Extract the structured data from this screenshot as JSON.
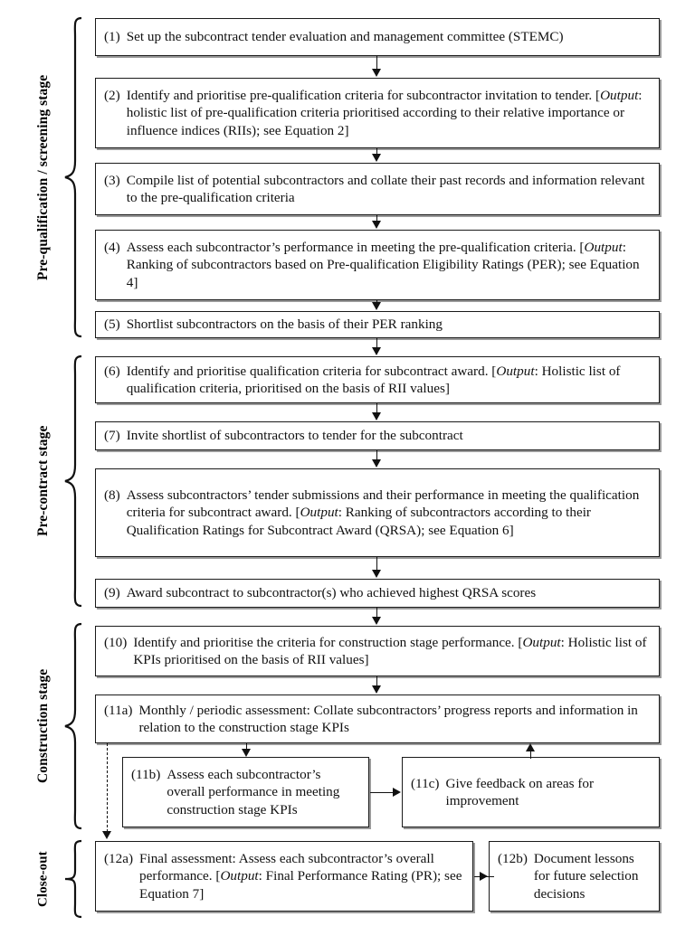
{
  "figure": {
    "type": "flowchart",
    "orientation": "vertical",
    "description": "Subcontractor selection and performance evaluation process flowchart"
  },
  "stages": [
    {
      "id": "pre-qualification",
      "label": "Pre-qualification / screening stage"
    },
    {
      "id": "pre-contract",
      "label": "Pre-contract stage"
    },
    {
      "id": "construction",
      "label": "Construction stage"
    },
    {
      "id": "close-out",
      "label": "Close-out"
    }
  ],
  "steps": [
    {
      "num": "(1)",
      "stage": "pre-qualification",
      "text_html": "Set up the subcontract tender evaluation and management committee (STEMC)"
    },
    {
      "num": "(2)",
      "stage": "pre-qualification",
      "text_html": "Identify and prioritise pre-qualification criteria for subcontractor invitation to tender. [<i>Output</i>: holistic list of pre-qualification criteria prioritised according to their relative importance or influence indices (RIIs); see Equation 2]"
    },
    {
      "num": "(3)",
      "stage": "pre-qualification",
      "text_html": "Compile list of potential subcontractors and collate their past records and information relevant to the pre-qualification criteria"
    },
    {
      "num": "(4)",
      "stage": "pre-qualification",
      "text_html": "Assess each subcontractor&rsquo;s performance in meeting the pre-qualification criteria. [<i>Output</i>: Ranking of subcontractors based on Pre-qualification Eligibility Ratings (PER); see Equation 4]"
    },
    {
      "num": "(5)",
      "stage": "pre-qualification",
      "text_html": "Shortlist subcontractors on the basis of their PER ranking"
    },
    {
      "num": "(6)",
      "stage": "pre-contract",
      "text_html": "Identify and prioritise qualification criteria for subcontract award. [<i>Output</i>: Holistic list of qualification criteria, prioritised on the basis of RII values]"
    },
    {
      "num": "(7)",
      "stage": "pre-contract",
      "text_html": "Invite shortlist of subcontractors to tender for the subcontract"
    },
    {
      "num": "(8)",
      "stage": "pre-contract",
      "text_html": "Assess subcontractors&rsquo; tender submissions and their performance in meeting the qualification criteria for subcontract award. [<i>Output</i>: Ranking of subcontractors according to their Qualification Ratings for Subcontract Award (QRSA); see Equation 6]"
    },
    {
      "num": "(9)",
      "stage": "pre-contract",
      "text_html": "Award subcontract to subcontractor(s) who achieved highest QRSA scores"
    },
    {
      "num": "(10)",
      "stage": "construction",
      "text_html": "Identify and prioritise the criteria for construction stage performance. [<i>Output</i>: Holistic list of KPIs prioritised on the basis of RII values]"
    },
    {
      "num": "(11a)",
      "stage": "construction",
      "text_html": "Monthly / periodic assessment: Collate subcontractors&rsquo; progress reports and information in relation to the construction stage KPIs"
    },
    {
      "num": "(11b)",
      "stage": "construction",
      "text_html": "Assess each subcontractor&rsquo;s overall performance in meeting construction stage KPIs"
    },
    {
      "num": "(11c)",
      "stage": "construction",
      "text_html": "Give feedback on areas for improvement"
    },
    {
      "num": "(12a)",
      "stage": "close-out",
      "text_html": "Final assessment: Assess each subcontractor&rsquo;s overall performance. [<i>Output</i>: Final Performance Rating (PR); see Equation 7]"
    },
    {
      "num": "(12b)",
      "stage": "close-out",
      "text_html": "Document lessons for future selection decisions"
    }
  ],
  "connectors": [
    {
      "id": "c1-2",
      "from": "(1)",
      "to": "(2)",
      "style": "solid",
      "direction": "down"
    },
    {
      "id": "c2-3",
      "from": "(2)",
      "to": "(3)",
      "style": "solid",
      "direction": "down"
    },
    {
      "id": "c3-4",
      "from": "(3)",
      "to": "(4)",
      "style": "solid",
      "direction": "down"
    },
    {
      "id": "c4-5",
      "from": "(4)",
      "to": "(5)",
      "style": "solid",
      "direction": "down"
    },
    {
      "id": "c5-6",
      "from": "(5)",
      "to": "(6)",
      "style": "solid",
      "direction": "down"
    },
    {
      "id": "c6-7",
      "from": "(6)",
      "to": "(7)",
      "style": "solid",
      "direction": "down"
    },
    {
      "id": "c7-8",
      "from": "(7)",
      "to": "(8)",
      "style": "solid",
      "direction": "down"
    },
    {
      "id": "c8-9",
      "from": "(8)",
      "to": "(9)",
      "style": "solid",
      "direction": "down"
    },
    {
      "id": "c9-10",
      "from": "(9)",
      "to": "(10)",
      "style": "solid",
      "direction": "down"
    },
    {
      "id": "c10-11a",
      "from": "(10)",
      "to": "(11a)",
      "style": "solid",
      "direction": "down"
    },
    {
      "id": "c11a-11b",
      "from": "(11a)",
      "to": "(11b)",
      "style": "solid",
      "direction": "down"
    },
    {
      "id": "c11b-11c",
      "from": "(11b)",
      "to": "(11c)",
      "style": "solid",
      "direction": "right"
    },
    {
      "id": "c11c-11a",
      "from": "(11c)",
      "to": "(11a)",
      "style": "solid",
      "direction": "up"
    },
    {
      "id": "c11a-12a",
      "from": "(11a)",
      "to": "(12a)",
      "style": "dashed",
      "direction": "down"
    },
    {
      "id": "c12a-12b",
      "from": "(12a)",
      "to": "(12b)",
      "style": "solid",
      "direction": "right"
    }
  ]
}
